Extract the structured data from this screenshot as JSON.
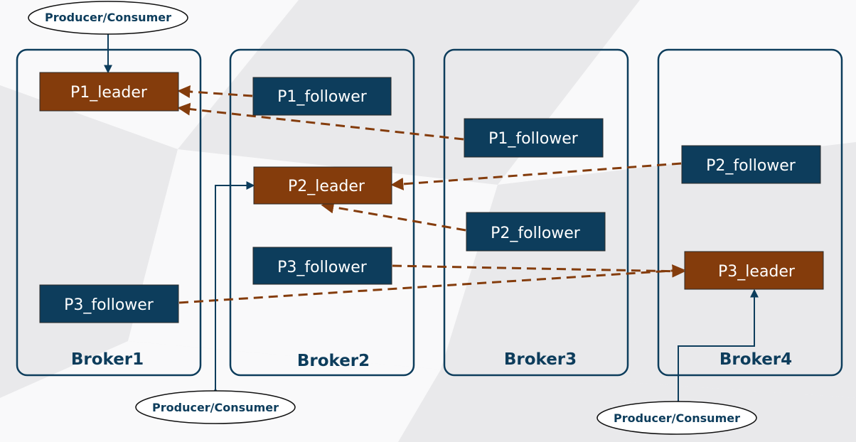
{
  "colors": {
    "leader": "#843c0c",
    "follower": "#0d3d5c",
    "broker_border": "#0d3d5c",
    "replication_arrow": "#843c0c",
    "client_arrow": "#0d3d5c"
  },
  "brokers": [
    {
      "label": "Broker1"
    },
    {
      "label": "Broker2"
    },
    {
      "label": "Broker3"
    },
    {
      "label": "Broker4"
    }
  ],
  "partitions": {
    "p1_leader": "P1_leader",
    "p1_follower_b2": "P1_follower",
    "p1_follower_b3": "P1_follower",
    "p2_leader": "P2_leader",
    "p2_follower_b3": "P2_follower",
    "p2_follower_b4": "P2_follower",
    "p3_leader": "P3_leader",
    "p3_follower_b1": "P3_follower",
    "p3_follower_b2": "P3_follower"
  },
  "clients": {
    "top": "Producer/Consumer",
    "bottom_left": "Producer/Consumer",
    "bottom_right": "Producer/Consumer"
  },
  "connections": {
    "replication": [
      {
        "from": "P1_follower (Broker2)",
        "to": "P1_leader"
      },
      {
        "from": "P1_follower (Broker3)",
        "to": "P1_leader"
      },
      {
        "from": "P2_follower (Broker4)",
        "to": "P2_leader"
      },
      {
        "from": "P2_follower (Broker3)",
        "to": "P2_leader"
      },
      {
        "from": "P3_follower (Broker2)",
        "to": "P3_leader"
      },
      {
        "from": "P3_follower (Broker1)",
        "to": "P3_leader"
      }
    ],
    "client_access": [
      {
        "client": "top",
        "partition": "P1_leader"
      },
      {
        "client": "bottom_left",
        "partition": "P2_leader"
      },
      {
        "client": "bottom_right",
        "partition": "P3_leader"
      }
    ]
  }
}
